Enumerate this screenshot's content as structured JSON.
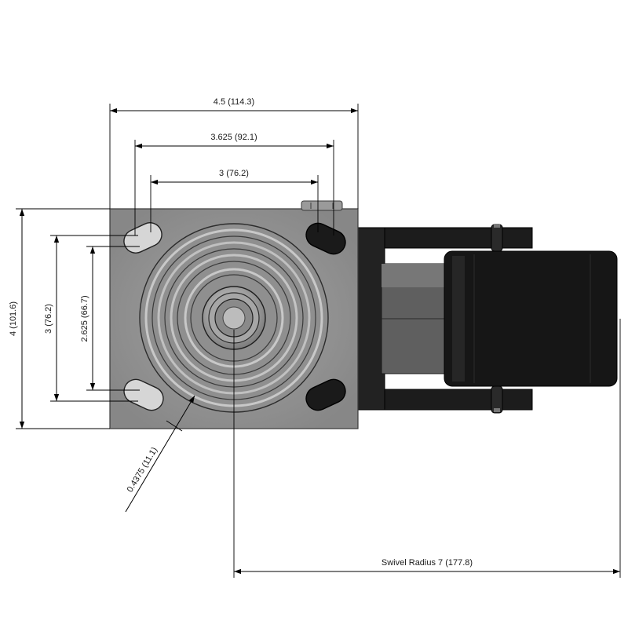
{
  "drawing": {
    "dimensions": {
      "plate_width": "4.5 (114.3)",
      "outer_bolt_spacing_x": "3.625 (92.1)",
      "inner_bolt_spacing_x": "3 (76.2)",
      "plate_length": "4 (101.6)",
      "bolt_spacing_y": "3 (76.2)",
      "inner_bolt_spacing_y": "2.625 (66.7)",
      "bolt_hole_size": "0.4375 (11.1)",
      "swivel_radius": "Swivel Radius 7 (177.8)"
    },
    "colors": {
      "plate": "#8c8c8c",
      "plate_edge": "#3a3a3a",
      "wheel": "#161616",
      "fork": "#1c1c1c",
      "axle_housing": "#6a6a6a",
      "dimension_lines": "#000000"
    }
  }
}
